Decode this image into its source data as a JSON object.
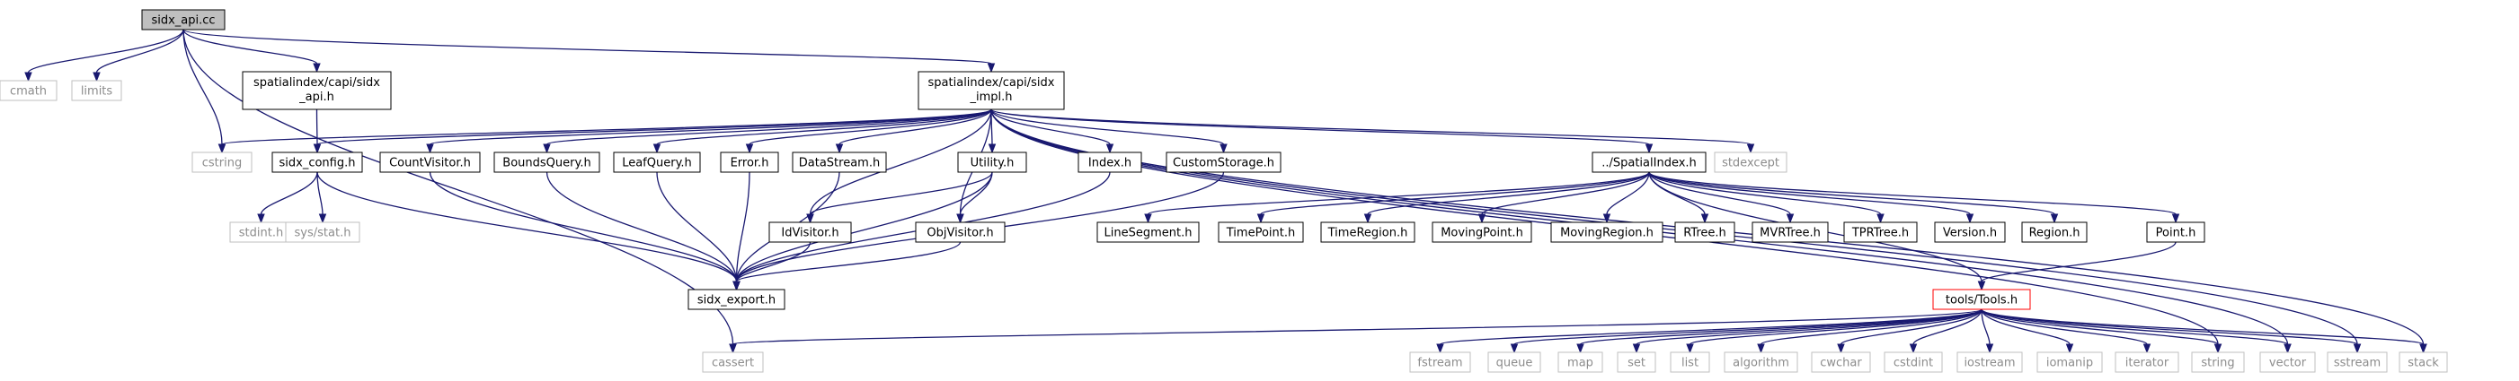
{
  "colors": {
    "edge": "#191970",
    "root_fill": "#bfbfbf",
    "system_border": "#bfbfbf",
    "highlight_border": "#ff0000"
  },
  "nodes": {
    "sidx_api_cc": "sidx_api.cc",
    "cmath": "cmath",
    "limits": "limits",
    "sidx_api_h": [
      "spatialindex/capi/sidx",
      "_api.h"
    ],
    "sidx_impl_h": [
      "spatialindex/capi/sidx",
      "_impl.h"
    ],
    "cstring": "cstring",
    "sidx_config_h": "sidx_config.h",
    "CountVisitor_h": "CountVisitor.h",
    "BoundsQuery_h": "BoundsQuery.h",
    "LeafQuery_h": "LeafQuery.h",
    "Error_h": "Error.h",
    "DataStream_h": "DataStream.h",
    "Utility_h": "Utility.h",
    "Index_h": "Index.h",
    "CustomStorage_h": "CustomStorage.h",
    "SpatialIndex_h": "../SpatialIndex.h",
    "stdexcept": "stdexcept",
    "stdint_h": "stdint.h",
    "sys_stat_h": "sys/stat.h",
    "IdVisitor_h": "IdVisitor.h",
    "ObjVisitor_h": "ObjVisitor.h",
    "sidx_export_h": "sidx_export.h",
    "LineSegment_h": "LineSegment.h",
    "TimePoint_h": "TimePoint.h",
    "TimeRegion_h": "TimeRegion.h",
    "MovingPoint_h": "MovingPoint.h",
    "MovingRegion_h": "MovingRegion.h",
    "RTree_h": "RTree.h",
    "MVRTree_h": "MVRTree.h",
    "TPRTree_h": "TPRTree.h",
    "Version_h": "Version.h",
    "Region_h": "Region.h",
    "Point_h": "Point.h",
    "Tools_h": "tools/Tools.h",
    "cassert": "cassert",
    "fstream": "fstream",
    "queue": "queue",
    "map": "map",
    "set": "set",
    "list": "list",
    "algorithm": "algorithm",
    "cwchar": "cwchar",
    "cstdint": "cstdint",
    "iostream": "iostream",
    "iomanip": "iomanip",
    "iterator": "iterator",
    "string": "string",
    "vector": "vector",
    "sstream": "sstream",
    "stack": "stack"
  },
  "edges": [
    [
      "sidx_api_cc",
      "cmath"
    ],
    [
      "sidx_api_cc",
      "limits"
    ],
    [
      "sidx_api_cc",
      "sidx_api_h"
    ],
    [
      "sidx_api_cc",
      "sidx_impl_h"
    ],
    [
      "sidx_api_cc",
      "cstring"
    ],
    [
      "sidx_api_cc",
      "cassert"
    ],
    [
      "sidx_api_h",
      "sidx_config_h"
    ],
    [
      "sidx_impl_h",
      "cstring"
    ],
    [
      "sidx_impl_h",
      "sidx_config_h"
    ],
    [
      "sidx_impl_h",
      "CountVisitor_h"
    ],
    [
      "sidx_impl_h",
      "BoundsQuery_h"
    ],
    [
      "sidx_impl_h",
      "LeafQuery_h"
    ],
    [
      "sidx_impl_h",
      "Error_h"
    ],
    [
      "sidx_impl_h",
      "DataStream_h"
    ],
    [
      "sidx_impl_h",
      "Utility_h"
    ],
    [
      "sidx_impl_h",
      "Index_h"
    ],
    [
      "sidx_impl_h",
      "CustomStorage_h"
    ],
    [
      "sidx_impl_h",
      "SpatialIndex_h"
    ],
    [
      "sidx_impl_h",
      "stdexcept"
    ],
    [
      "sidx_impl_h",
      "IdVisitor_h"
    ],
    [
      "sidx_impl_h",
      "ObjVisitor_h"
    ],
    [
      "sidx_impl_h",
      "string"
    ],
    [
      "sidx_impl_h",
      "vector"
    ],
    [
      "sidx_impl_h",
      "sstream"
    ],
    [
      "sidx_impl_h",
      "stack"
    ],
    [
      "sidx_config_h",
      "stdint_h"
    ],
    [
      "sidx_config_h",
      "sys_stat_h"
    ],
    [
      "sidx_config_h",
      "sidx_export_h"
    ],
    [
      "CountVisitor_h",
      "sidx_export_h"
    ],
    [
      "BoundsQuery_h",
      "sidx_export_h"
    ],
    [
      "LeafQuery_h",
      "sidx_export_h"
    ],
    [
      "Error_h",
      "sidx_export_h"
    ],
    [
      "DataStream_h",
      "sidx_export_h"
    ],
    [
      "Utility_h",
      "IdVisitor_h"
    ],
    [
      "Utility_h",
      "ObjVisitor_h"
    ],
    [
      "Utility_h",
      "sidx_export_h"
    ],
    [
      "IdVisitor_h",
      "sidx_export_h"
    ],
    [
      "ObjVisitor_h",
      "sidx_export_h"
    ],
    [
      "Index_h",
      "sidx_export_h"
    ],
    [
      "CustomStorage_h",
      "sidx_export_h"
    ],
    [
      "SpatialIndex_h",
      "LineSegment_h"
    ],
    [
      "SpatialIndex_h",
      "TimePoint_h"
    ],
    [
      "SpatialIndex_h",
      "TimeRegion_h"
    ],
    [
      "SpatialIndex_h",
      "MovingPoint_h"
    ],
    [
      "SpatialIndex_h",
      "MovingRegion_h"
    ],
    [
      "SpatialIndex_h",
      "RTree_h"
    ],
    [
      "SpatialIndex_h",
      "MVRTree_h"
    ],
    [
      "SpatialIndex_h",
      "TPRTree_h"
    ],
    [
      "SpatialIndex_h",
      "Version_h"
    ],
    [
      "SpatialIndex_h",
      "Region_h"
    ],
    [
      "SpatialIndex_h",
      "Point_h"
    ],
    [
      "SpatialIndex_h",
      "Tools_h"
    ],
    [
      "Point_h",
      "Tools_h"
    ],
    [
      "Tools_h",
      "cassert"
    ],
    [
      "Tools_h",
      "fstream"
    ],
    [
      "Tools_h",
      "queue"
    ],
    [
      "Tools_h",
      "map"
    ],
    [
      "Tools_h",
      "set"
    ],
    [
      "Tools_h",
      "list"
    ],
    [
      "Tools_h",
      "algorithm"
    ],
    [
      "Tools_h",
      "cwchar"
    ],
    [
      "Tools_h",
      "cstdint"
    ],
    [
      "Tools_h",
      "iostream"
    ],
    [
      "Tools_h",
      "iomanip"
    ],
    [
      "Tools_h",
      "iterator"
    ],
    [
      "Tools_h",
      "string"
    ],
    [
      "Tools_h",
      "vector"
    ],
    [
      "Tools_h",
      "sstream"
    ],
    [
      "Tools_h",
      "stack"
    ]
  ]
}
